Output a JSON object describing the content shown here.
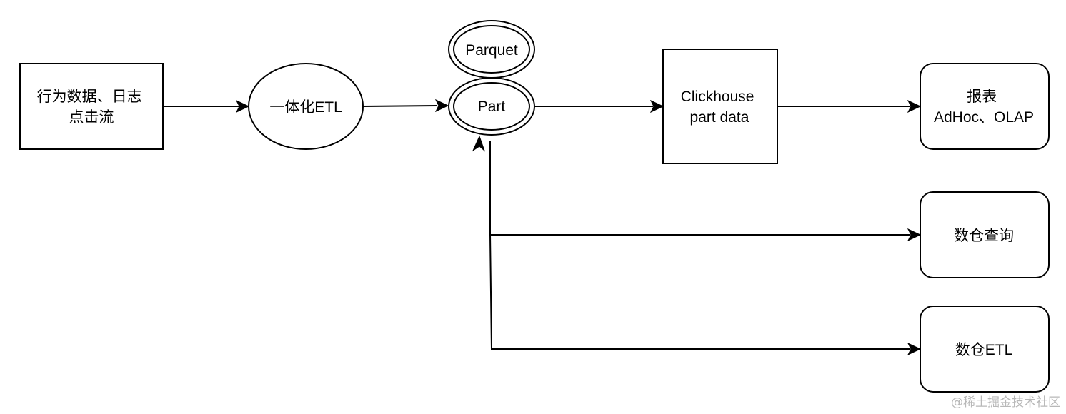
{
  "nodes": {
    "source": {
      "lines": [
        "行为数据、日志",
        "点击流"
      ]
    },
    "etl": {
      "lines": [
        "一体化ETL"
      ]
    },
    "parquet": {
      "lines": [
        "Parquet"
      ]
    },
    "part": {
      "lines": [
        "Part"
      ]
    },
    "clickhouse": {
      "lines": [
        "Clickhouse",
        "part data"
      ]
    },
    "report": {
      "lines": [
        "报表",
        "AdHoc、OLAP"
      ]
    },
    "warehouse_query": {
      "lines": [
        "数仓查询"
      ]
    },
    "warehouse_etl": {
      "lines": [
        "数仓ETL"
      ]
    }
  },
  "watermark": "@稀土掘金技术社区"
}
